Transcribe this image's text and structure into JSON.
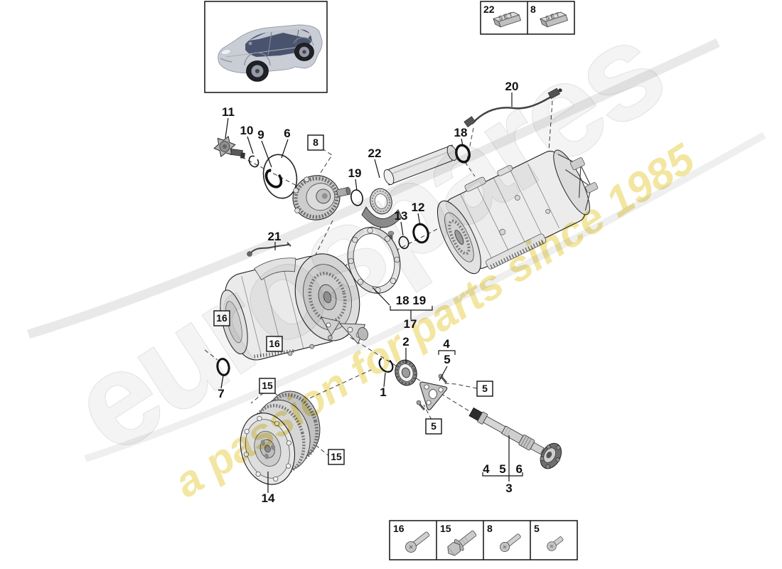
{
  "legend_vehicle": {
    "icon": "porsche-cayenne-thumbnail"
  },
  "legend_sets": {
    "cells": [
      {
        "number": "22",
        "block": "SET"
      },
      {
        "number": "8",
        "block": "SET"
      }
    ]
  },
  "legend_screws": {
    "cells": [
      {
        "number": "16",
        "icon": "pan-head-screw-icon"
      },
      {
        "number": "15",
        "icon": "hex-flange-bolt-icon"
      },
      {
        "number": "8",
        "icon": "pan-head-screw-icon"
      },
      {
        "number": "5",
        "icon": "short-pan-head-screw-icon"
      }
    ]
  },
  "callouts": {
    "c1": "1",
    "c2": "2",
    "c3": "3",
    "c4": "4",
    "c5": "5",
    "c6": "6",
    "c7": "7",
    "c9": "9",
    "c10": "10",
    "c11": "11",
    "c12": "12",
    "c13": "13",
    "c14": "14",
    "c17": "17",
    "c18": "18",
    "c19": "19",
    "c20": "20",
    "c21": "21",
    "c22": "22",
    "group_18_19": "18 19",
    "group_4_5_6": "4 5 6",
    "boxed_8": "8",
    "boxed_16_upper": "16",
    "boxed_16_lower": "16",
    "boxed_15_upper": "15",
    "boxed_15_lower": "15",
    "boxed_5_right": "5",
    "boxed_5_lower": "5"
  },
  "watermark": {
    "brand": "eurospares",
    "tagline": "a passion for parts since 1985",
    "brand_color": "#f2f2f2",
    "tagline_color": "#efe08a"
  },
  "colors": {
    "background": "#ffffff",
    "line": "#1a1a1a"
  }
}
